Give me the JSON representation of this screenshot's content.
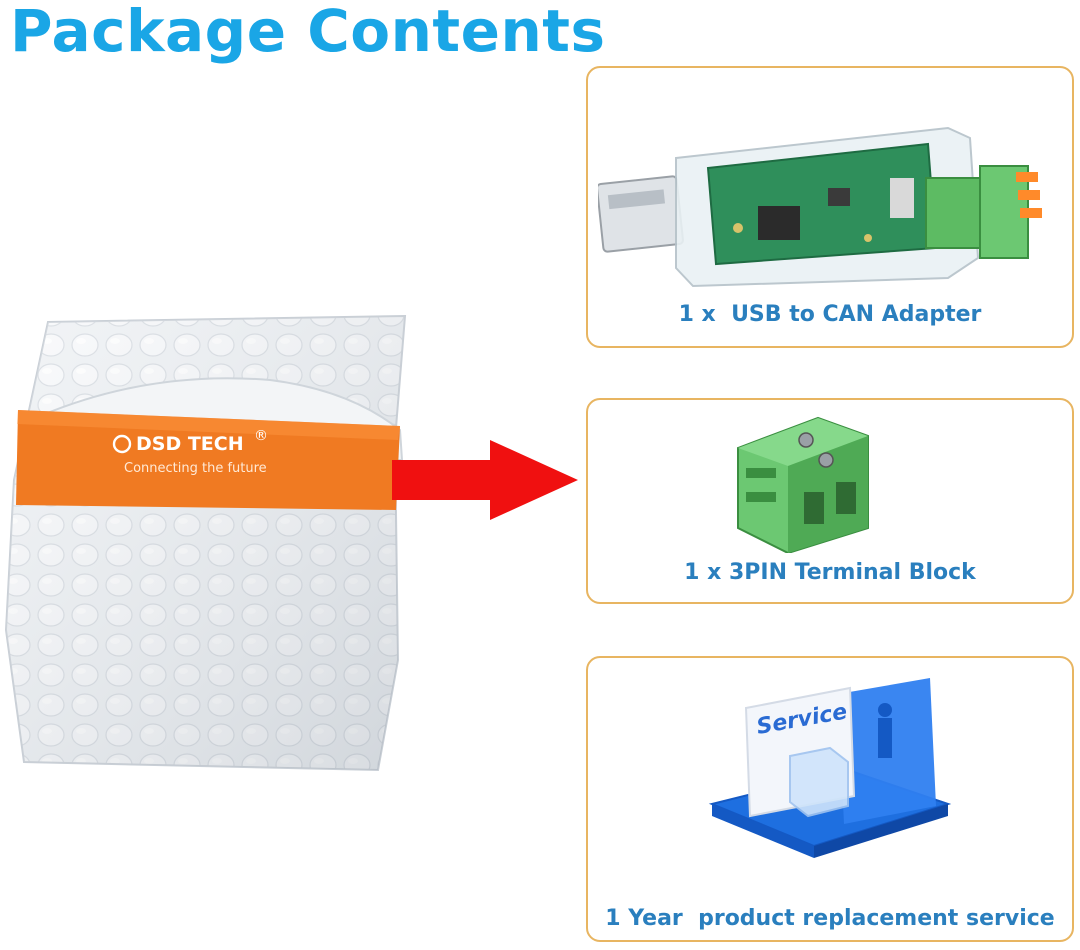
{
  "title": "Package Contents",
  "bag": {
    "brand": "DSD TECH",
    "registered": "®",
    "slogan": "Connecting the future"
  },
  "items": [
    {
      "caption": "1 x  USB to CAN Adapter"
    },
    {
      "caption": "1 x 3PIN Terminal Block"
    },
    {
      "caption": "1 Year  product replacement service",
      "badge": "Service"
    }
  ],
  "colors": {
    "title": "#1aa6e6",
    "caption": "#2a7fbe",
    "card_border": "#e8b561",
    "arrow": "#f01010",
    "band": "#f07a22"
  }
}
